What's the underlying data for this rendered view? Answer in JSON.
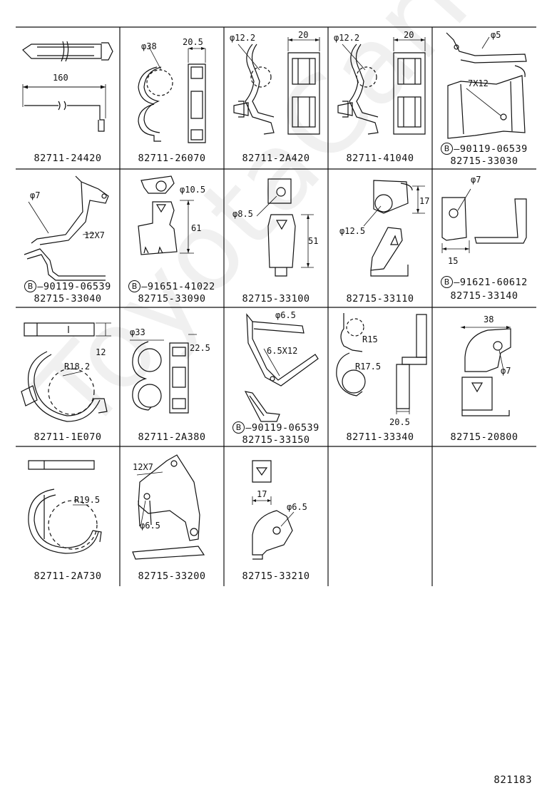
{
  "document": {
    "figure_number": "821183",
    "watermark": "ToyotaCarMine.ru"
  },
  "cells": [
    {
      "id": "c1",
      "parts": [
        "82711-24420"
      ],
      "dims": [
        "160"
      ]
    },
    {
      "id": "c2",
      "parts": [
        "82711-26070"
      ],
      "dims": [
        "φ38",
        "20.5"
      ]
    },
    {
      "id": "c3",
      "parts": [
        "82711-2A420"
      ],
      "dims": [
        "φ12.2",
        "20"
      ]
    },
    {
      "id": "c4",
      "parts": [
        "82711-41040"
      ],
      "dims": [
        "φ12.2",
        "20"
      ]
    },
    {
      "id": "c5",
      "bolt": "90119-06539",
      "parts": [
        "82715-33030"
      ],
      "dims": [
        "φ5",
        "7X12"
      ]
    },
    {
      "id": "c6",
      "bolt": "90119-06539",
      "parts": [
        "82715-33040"
      ],
      "dims": [
        "φ7",
        "12X7"
      ]
    },
    {
      "id": "c7",
      "bolt": "91651-41022",
      "parts": [
        "82715-33090"
      ],
      "dims": [
        "φ10.5",
        "61"
      ]
    },
    {
      "id": "c8",
      "parts": [
        "82715-33100"
      ],
      "dims": [
        "φ8.5",
        "51"
      ]
    },
    {
      "id": "c9",
      "parts": [
        "82715-33110"
      ],
      "dims": [
        "φ12.5",
        "17"
      ]
    },
    {
      "id": "c10",
      "bolt": "91621-60612",
      "parts": [
        "82715-33140"
      ],
      "dims": [
        "φ7",
        "15"
      ]
    },
    {
      "id": "c11",
      "parts": [
        "82711-1E070"
      ],
      "dims": [
        "R18.2",
        "12"
      ]
    },
    {
      "id": "c12",
      "parts": [
        "82711-2A380"
      ],
      "dims": [
        "φ33",
        "22.5"
      ]
    },
    {
      "id": "c13",
      "bolt": "90119-06539",
      "parts": [
        "82715-33150"
      ],
      "dims": [
        "φ6.5",
        "6.5X12"
      ]
    },
    {
      "id": "c14",
      "parts": [
        "82711-33340"
      ],
      "dims": [
        "R15",
        "R17.5",
        "20.5"
      ]
    },
    {
      "id": "c15",
      "parts": [
        "82715-20800"
      ],
      "dims": [
        "38",
        "φ7"
      ]
    },
    {
      "id": "c16",
      "parts": [
        "82711-2A730"
      ],
      "dims": [
        "R19.5"
      ]
    },
    {
      "id": "c17",
      "parts": [
        "82715-33200"
      ],
      "dims": [
        "12X7",
        "φ6.5"
      ]
    },
    {
      "id": "c18",
      "parts": [
        "82715-33210"
      ],
      "dims": [
        "17",
        "φ6.5"
      ]
    }
  ]
}
